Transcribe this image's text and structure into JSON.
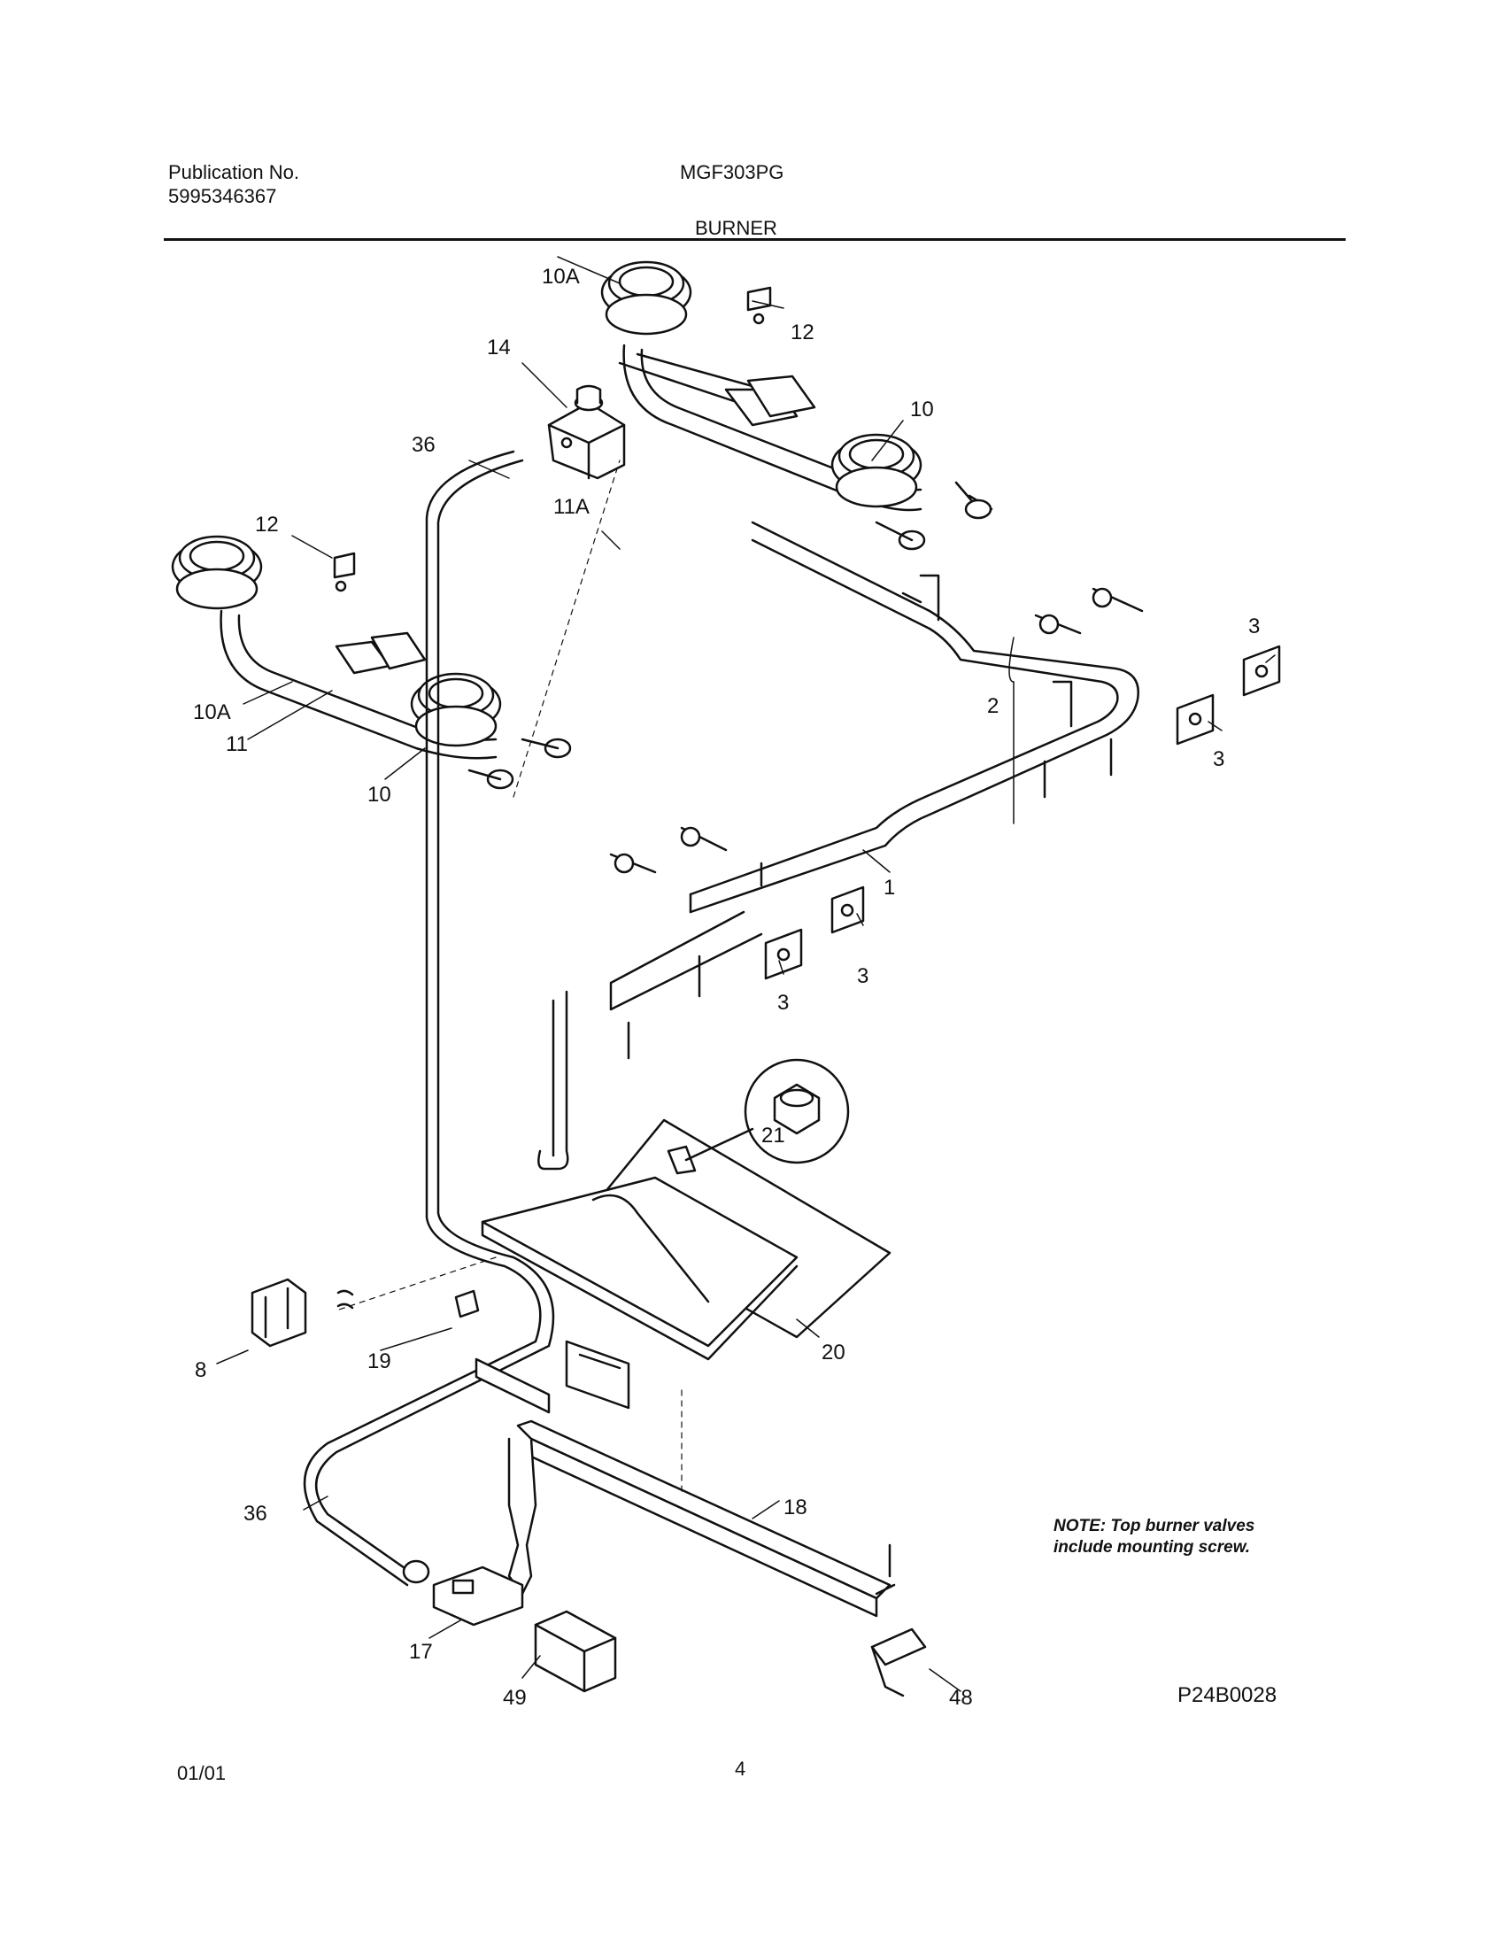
{
  "header": {
    "publication_label": "Publication No.",
    "publication_number": "5995346367",
    "model": "MGF303PG",
    "section": "BURNER"
  },
  "callouts": [
    "10A",
    "12",
    "14",
    "36",
    "10",
    "11A",
    "12",
    "10A",
    "11",
    "10",
    "3",
    "3",
    "2",
    "1",
    "3",
    "3",
    "21",
    "8",
    "19",
    "20",
    "36",
    "18",
    "17",
    "49",
    "48"
  ],
  "note": {
    "line1": "NOTE: Top burner valves",
    "line2": "include mounting screw."
  },
  "diagram_id": "P24B0028",
  "footer": {
    "date": "01/01",
    "page": "4"
  }
}
